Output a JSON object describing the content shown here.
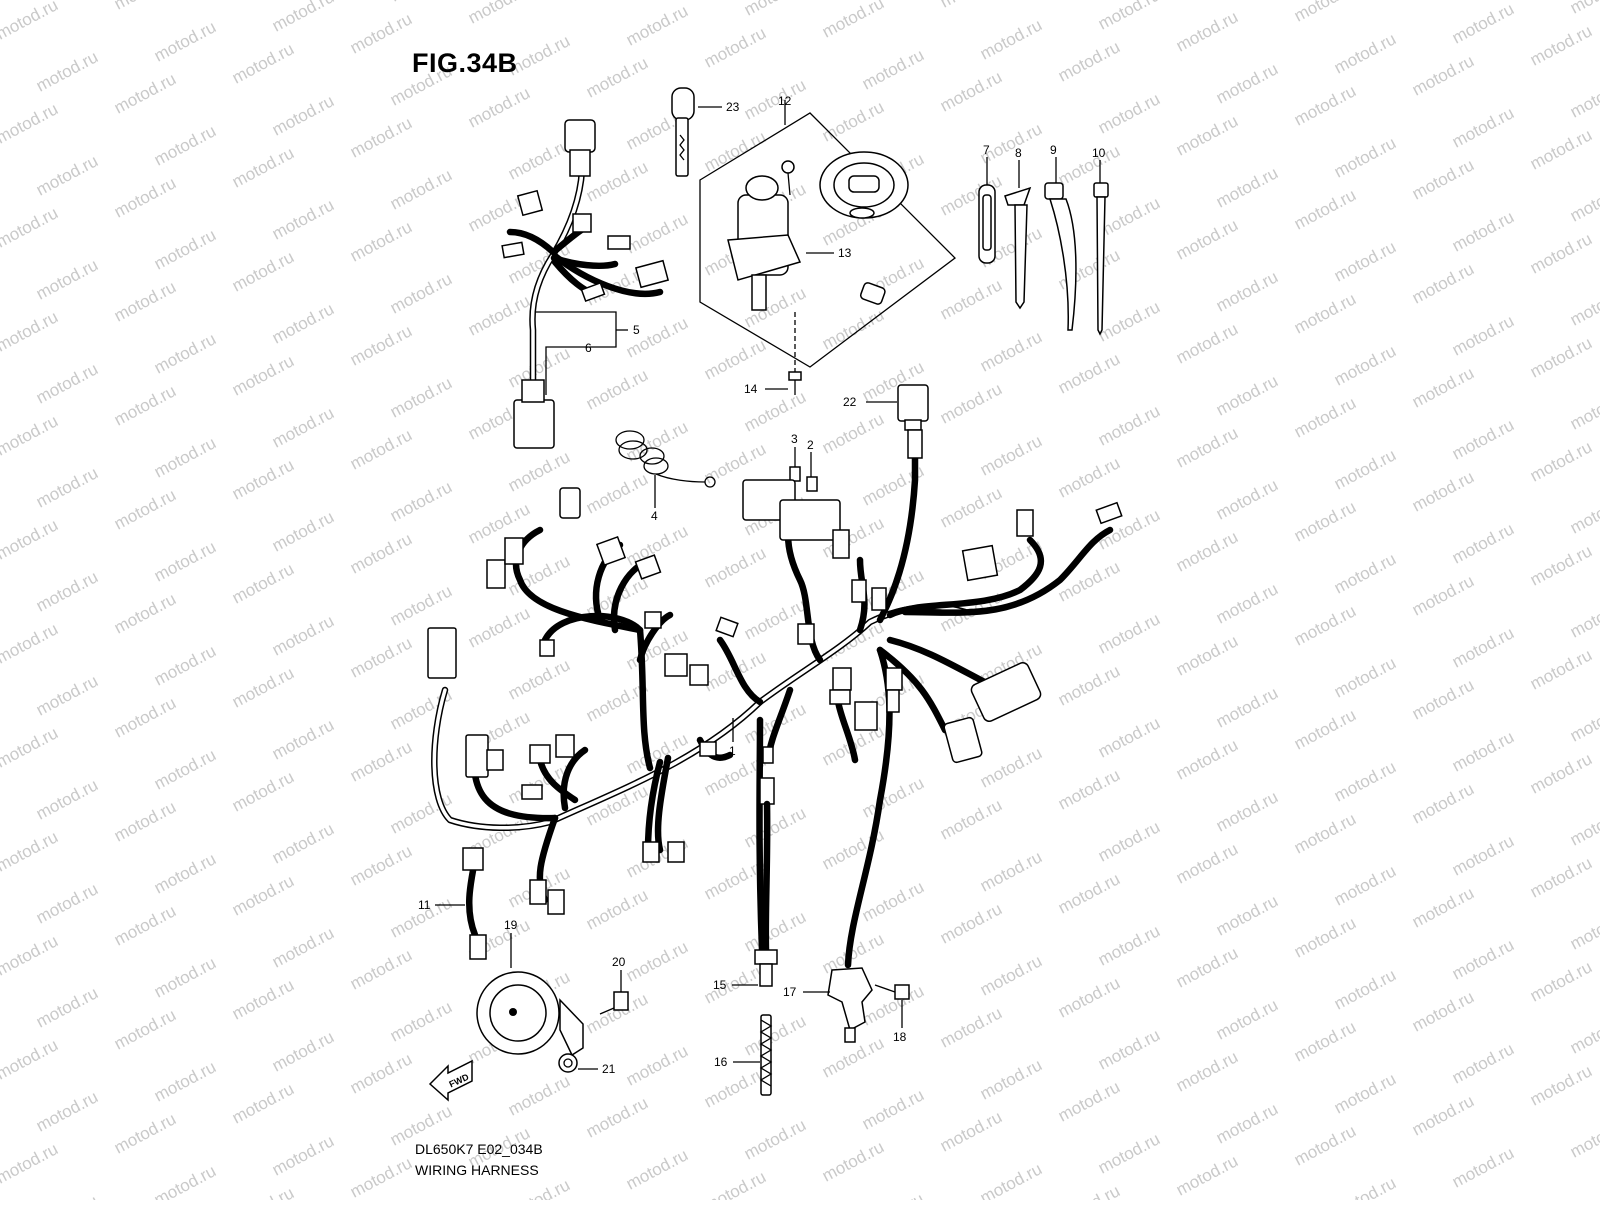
{
  "figure": {
    "title": "FIG.34B",
    "model_code": "DL650K7 E02_034B",
    "section_title": "WIRING HARNESS",
    "direction_badge": "FWD"
  },
  "watermark": {
    "text": "motod.ru",
    "color": "#c9c9c9"
  },
  "callouts": [
    "1",
    "2",
    "3",
    "4",
    "5",
    "6",
    "7",
    "8",
    "9",
    "10",
    "11",
    "12",
    "13",
    "14",
    "15",
    "16",
    "17",
    "18",
    "19",
    "20",
    "21",
    "22",
    "23"
  ],
  "icons": [
    "wiring-harness",
    "fuse",
    "spare-fuse",
    "clamp-spring",
    "sub-harness",
    "key",
    "ignition-switch",
    "fuel-cap",
    "cable-tie",
    "wire-clamp",
    "horn",
    "bolt",
    "nut",
    "relay",
    "neutral-switch",
    "switch-spring",
    "sidestand-switch",
    "forward-arrow"
  ]
}
